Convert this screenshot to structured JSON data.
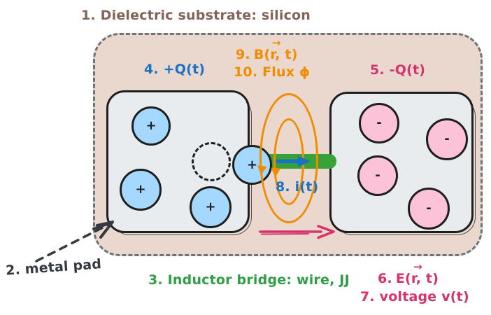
{
  "colors": {
    "ink": "#1e1e1e",
    "brown": "#846358",
    "blue": "#1971c2",
    "orange": "#f08c00",
    "green": "#2f9e44",
    "crimson": "#d6336c",
    "arrow_gray": "#343a40",
    "dash_gray": "#6b737b",
    "substrate_fill": "#ead7ce",
    "pad_fill": "#e9ecef",
    "charge_blue": "#a5d8ff",
    "charge_pink": "#fcc2d7",
    "wire_green": "#39a139"
  },
  "title": "1. Dielectric substrate: silicon",
  "labels": {
    "metal_pad": "2. metal pad",
    "inductor_bridge": "3. Inductor bridge: wire, JJ",
    "plus_q": "4. +Q(t)",
    "minus_q": "5. -Q(t)",
    "e_field": {
      "num": "6.",
      "letter": "E",
      "rest": "(r, t)",
      "vector_arrow": "→"
    },
    "voltage": "7. voltage v(t)",
    "current": "8. i(t)",
    "b_field": {
      "num": "9.",
      "letter": "B",
      "rest": "(r, t)",
      "vector_arrow": "→"
    },
    "flux": "10. Flux ϕ"
  },
  "left_pad": {
    "charges": [
      "+",
      "+",
      "+"
    ],
    "junction_charge": "+"
  },
  "right_pad": {
    "charges": [
      "-",
      "-",
      "-",
      "-"
    ]
  }
}
